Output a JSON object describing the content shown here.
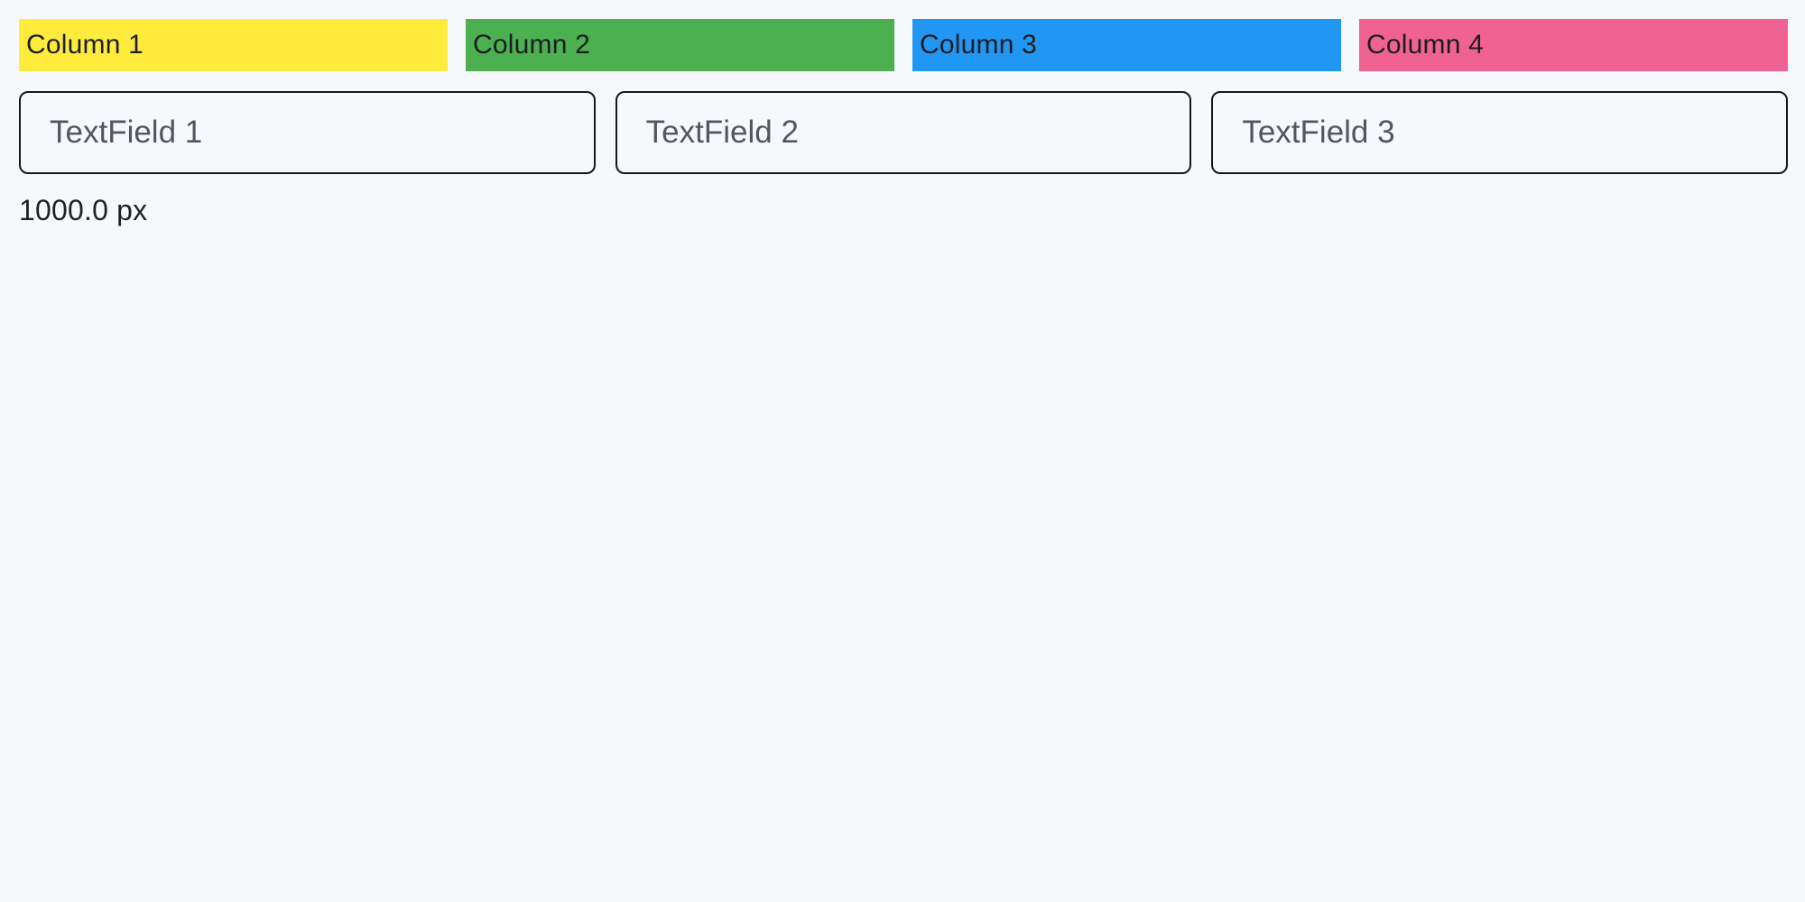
{
  "page": {
    "background": "#f7f8fc",
    "width_label": "1000.0 px"
  },
  "columns": [
    {
      "label": "Column 1",
      "color": "#ffeb3b"
    },
    {
      "label": "Column 2",
      "color": "#4caf50"
    },
    {
      "label": "Column 3",
      "color": "#2196f3"
    },
    {
      "label": "Column 4",
      "color": "#f06292"
    }
  ],
  "textfields": [
    {
      "placeholder": "TextField 1"
    },
    {
      "placeholder": "TextField 2"
    },
    {
      "placeholder": "TextField 3"
    }
  ]
}
